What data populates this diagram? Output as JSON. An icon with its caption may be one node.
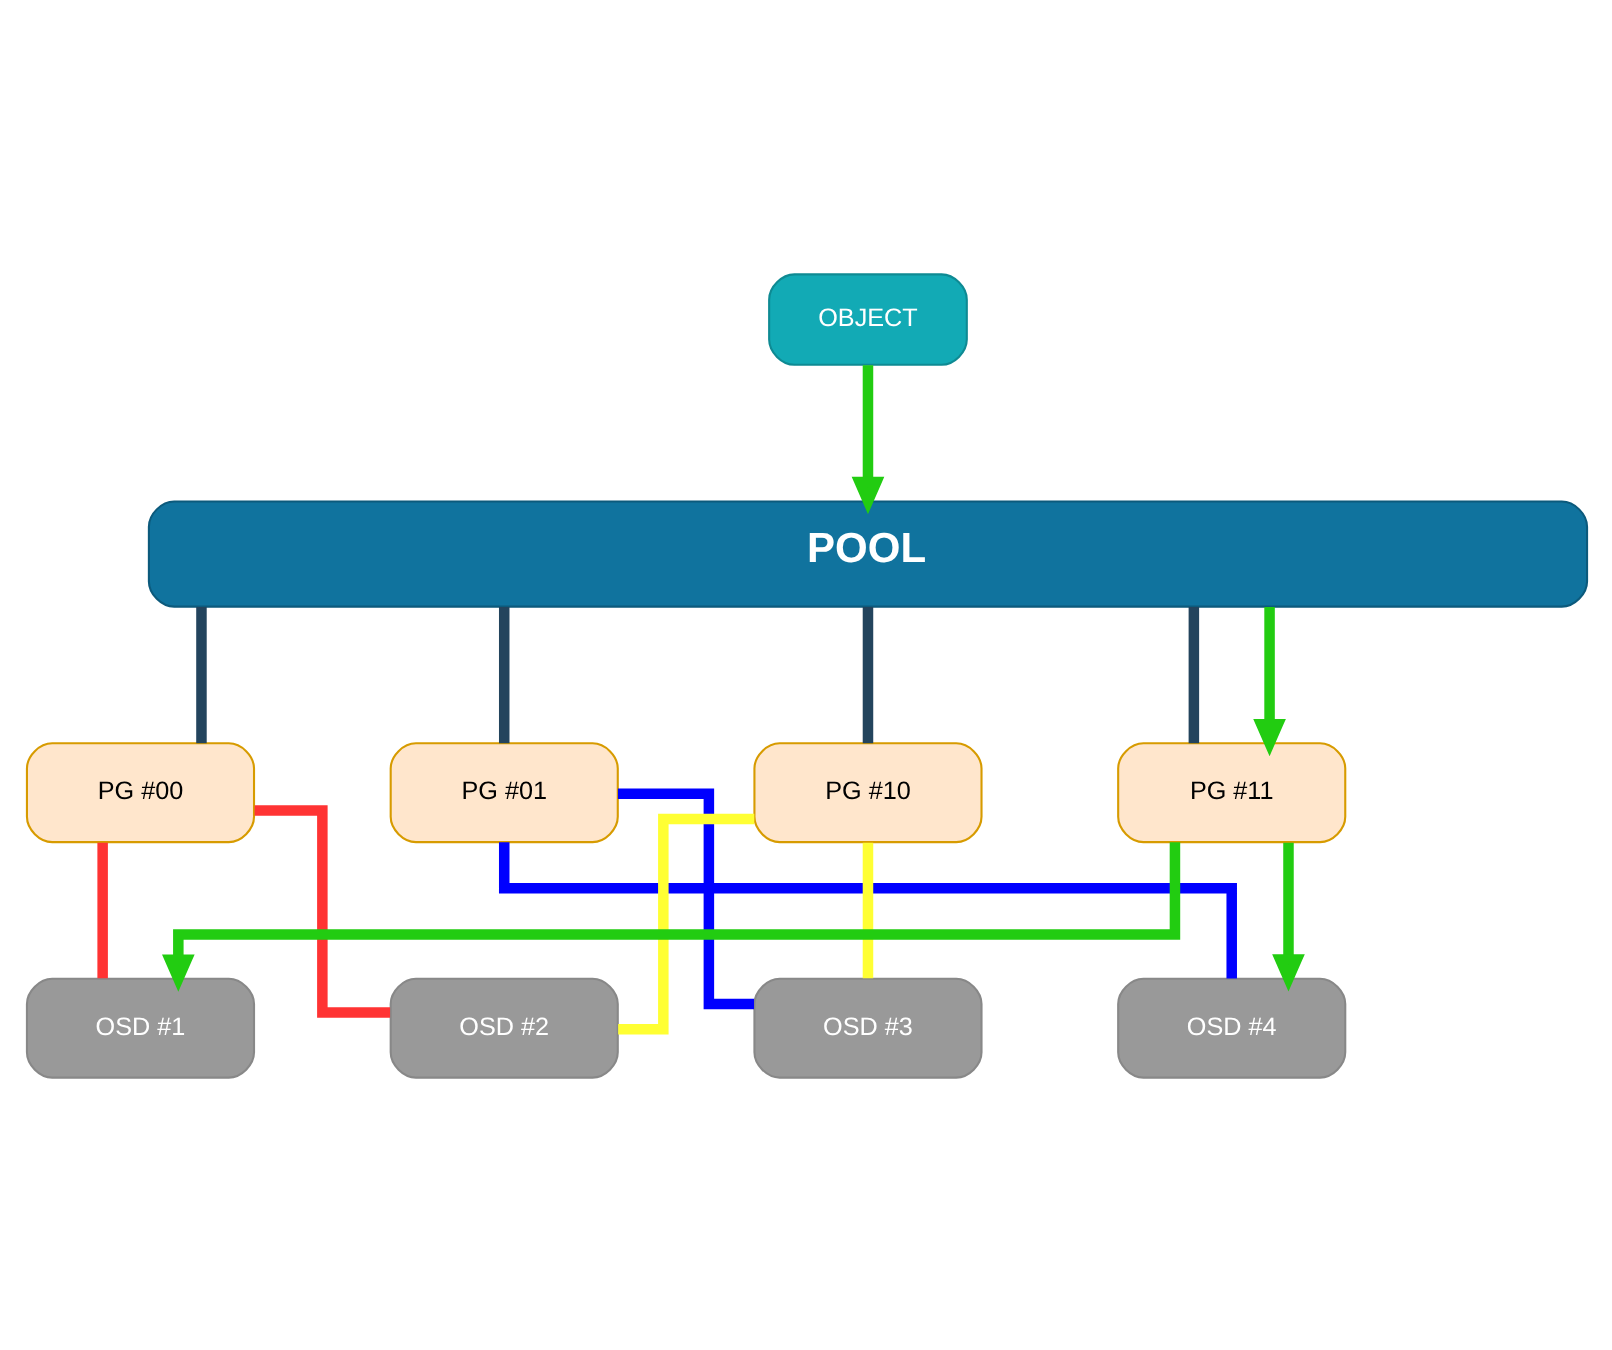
{
  "diagram": {
    "nodes": [
      {
        "text": [
          "OBJECT"
        ]
      },
      {
        "text": [
          "POOL"
        ]
      },
      {
        "text": [
          "PG #00"
        ]
      },
      {
        "text": [
          "PG #01"
        ]
      },
      {
        "text": [
          "PG #10"
        ]
      },
      {
        "text": [
          "PG #11"
        ]
      },
      {
        "text": [
          "OSD #1"
        ]
      },
      {
        "text": [
          "OSD #2"
        ]
      },
      {
        "text": [
          "OSD #3"
        ]
      },
      {
        "text": [
          "OSD #4"
        ]
      }
    ],
    "edges": [
      {
        "from": 0,
        "to": 1,
        "arrow": "to",
        "color": "#22cc11"
      },
      {
        "from": 1,
        "to": 2,
        "arrow": "none",
        "color": "#23445d"
      },
      {
        "from": 1,
        "to": 3,
        "arrow": "none",
        "color": "#23445d"
      },
      {
        "from": 1,
        "to": 4,
        "arrow": "none",
        "color": "#23445d"
      },
      {
        "from": 1,
        "to": 5,
        "arrow": "none",
        "color": "#23445d"
      },
      {
        "from": 1,
        "to": 5,
        "arrow": "to",
        "color": "#22cc11"
      },
      {
        "from": 2,
        "to": 6,
        "arrow": "none",
        "color": "#ff3333"
      },
      {
        "from": 2,
        "to": 7,
        "arrow": "none",
        "color": "#ff3333"
      },
      {
        "from": 3,
        "to": 8,
        "arrow": "none",
        "color": "#0000ff"
      },
      {
        "from": 3,
        "to": 9,
        "arrow": "none",
        "color": "#0000ff"
      },
      {
        "from": 4,
        "to": 7,
        "arrow": "none",
        "color": "#ffff33"
      },
      {
        "from": 4,
        "to": 8,
        "arrow": "none",
        "color": "#ffff33"
      },
      {
        "from": 5,
        "to": 6,
        "arrow": "to",
        "color": "#22cc11"
      },
      {
        "from": 5,
        "to": 9,
        "arrow": "to",
        "color": "#22cc11"
      }
    ]
  }
}
